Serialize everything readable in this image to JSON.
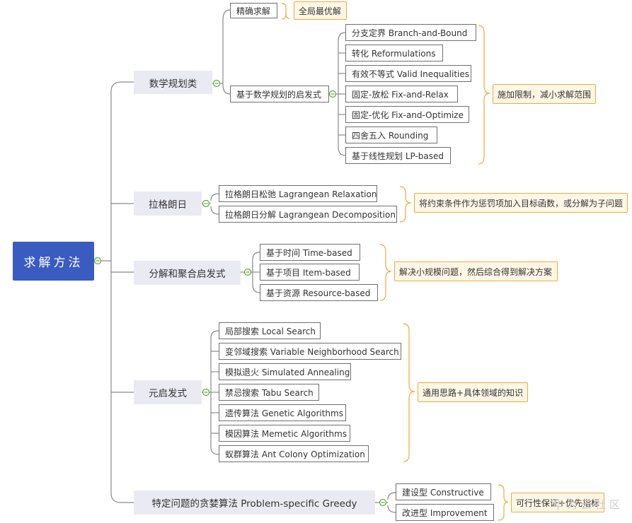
{
  "root": {
    "label": "求解方法"
  },
  "branches": {
    "math": {
      "label": "数学规划类",
      "exact": {
        "label": "精确求解",
        "note": "全局最优解"
      },
      "heuristic": {
        "label": "基于数学规划的启发式",
        "items": [
          "分支定界 Branch-and-Bound",
          "转化 Reformulations",
          "有效不等式 Valid Inequalities",
          "固定-放松  Fix-and-Relax",
          "固定-优化 Fix-and-Optimize",
          "四舍五入 Rounding",
          "基于线性规划 LP-based"
        ],
        "note": "施加限制，减小求解范围"
      }
    },
    "lagrange": {
      "label": "拉格朗日",
      "items": [
        "拉格朗日松弛 Lagrangean Relaxation",
        "拉格朗日分解 Lagrangean Decomposition"
      ],
      "note": "将约束条件作为惩罚项加入目标函数，或分解为子问题"
    },
    "decomp": {
      "label": "分解和聚合启发式",
      "items": [
        "基于时间 Time-based",
        "基于项目 Item-based",
        "基于资源 Resource-based"
      ],
      "note": "解决小规模问题，然后综合得到解决方案"
    },
    "meta": {
      "label": "元启发式",
      "items": [
        "局部搜索 Local Search",
        "变邻域搜索 Variable Neighborhood Search",
        "模拟退火 Simulated Annealing",
        "禁忌搜索 Tabu Search",
        "遗传算法 Genetic Algorithms",
        "模因算法 Memetic Algorithms",
        "蚁群算法 Ant Colony Optimization"
      ],
      "note": "通用思路+具体领域的知识"
    },
    "greedy": {
      "label": "特定问题的贪婪算法 Problem-specific Greedy",
      "items": [
        "建设型 Constructive",
        "改进型 Improvement"
      ],
      "note": "可行性保证+优先指标"
    }
  },
  "watermark": "华为云社区",
  "colors": {
    "root": "#3a5bbf",
    "main_bg": "#eaeaf2",
    "note_border": "#f0a93c",
    "note_bg": "#fff7e6",
    "line": "#8a8a8a",
    "collapse_icon": "#5aa832"
  }
}
